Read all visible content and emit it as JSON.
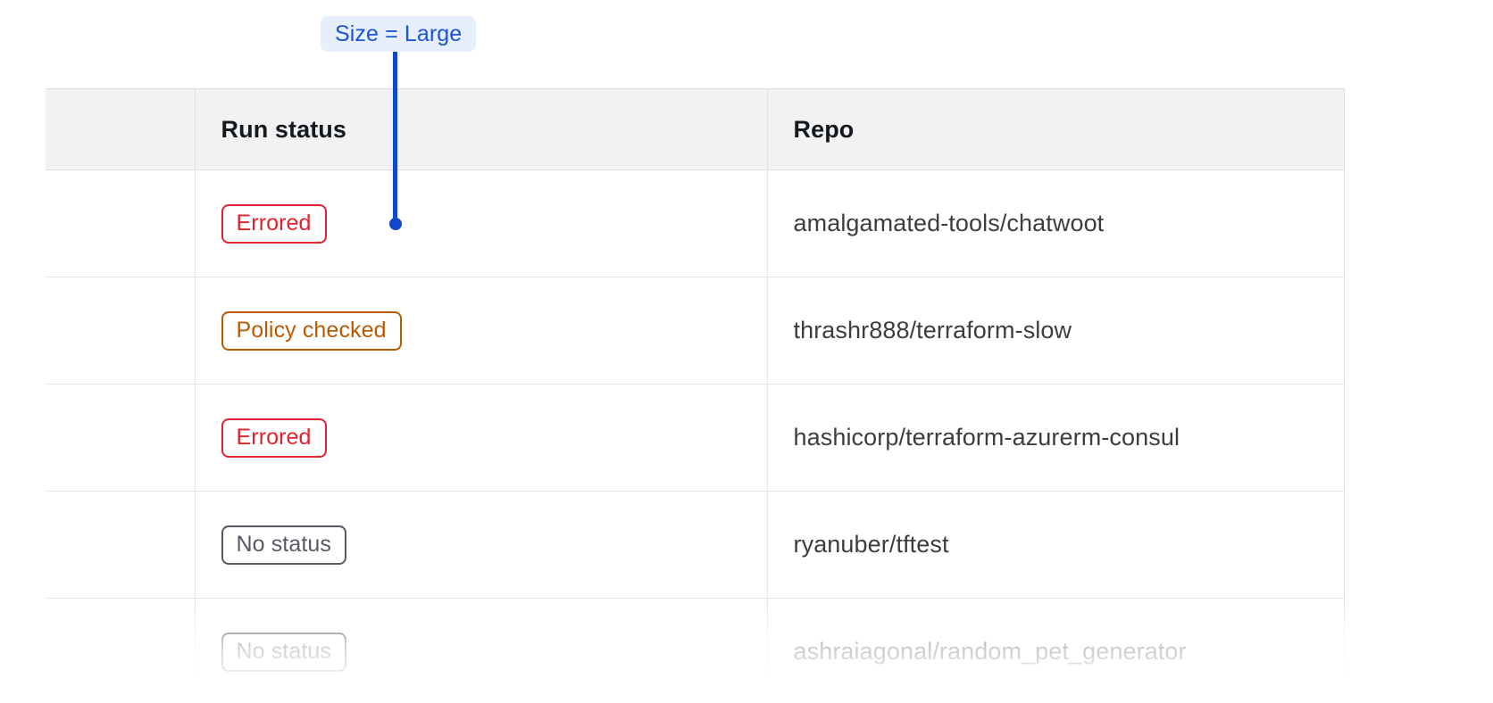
{
  "annotation": {
    "label": "Size = Large",
    "badge_bg": "#e7eefc",
    "badge_text_color": "#1a54d8",
    "connector_color": "#1347c9"
  },
  "table": {
    "columns": [
      {
        "key": "select",
        "label": ""
      },
      {
        "key": "run_status",
        "label": "Run status"
      },
      {
        "key": "repo",
        "label": "Repo"
      }
    ],
    "header_bg": "#f1f2f3",
    "rows": [
      {
        "status": "Errored",
        "status_color": "#e0232e",
        "repo": "amalgamated-tools/chatwoot",
        "faded": false
      },
      {
        "status": "Policy checked",
        "status_color": "#bb5a04",
        "repo": "thrashr888/terraform-slow",
        "faded": false
      },
      {
        "status": "Errored",
        "status_color": "#e0232e",
        "repo": "hashicorp/terraform-azurerm-consul",
        "faded": false
      },
      {
        "status": "No status",
        "status_color": "#565a65",
        "repo": "ryanuber/tftest",
        "faded": false
      },
      {
        "status": "No status",
        "status_color": "#565a65",
        "repo": "ashraiagonal/random_pet_generator",
        "faded": true
      }
    ]
  }
}
